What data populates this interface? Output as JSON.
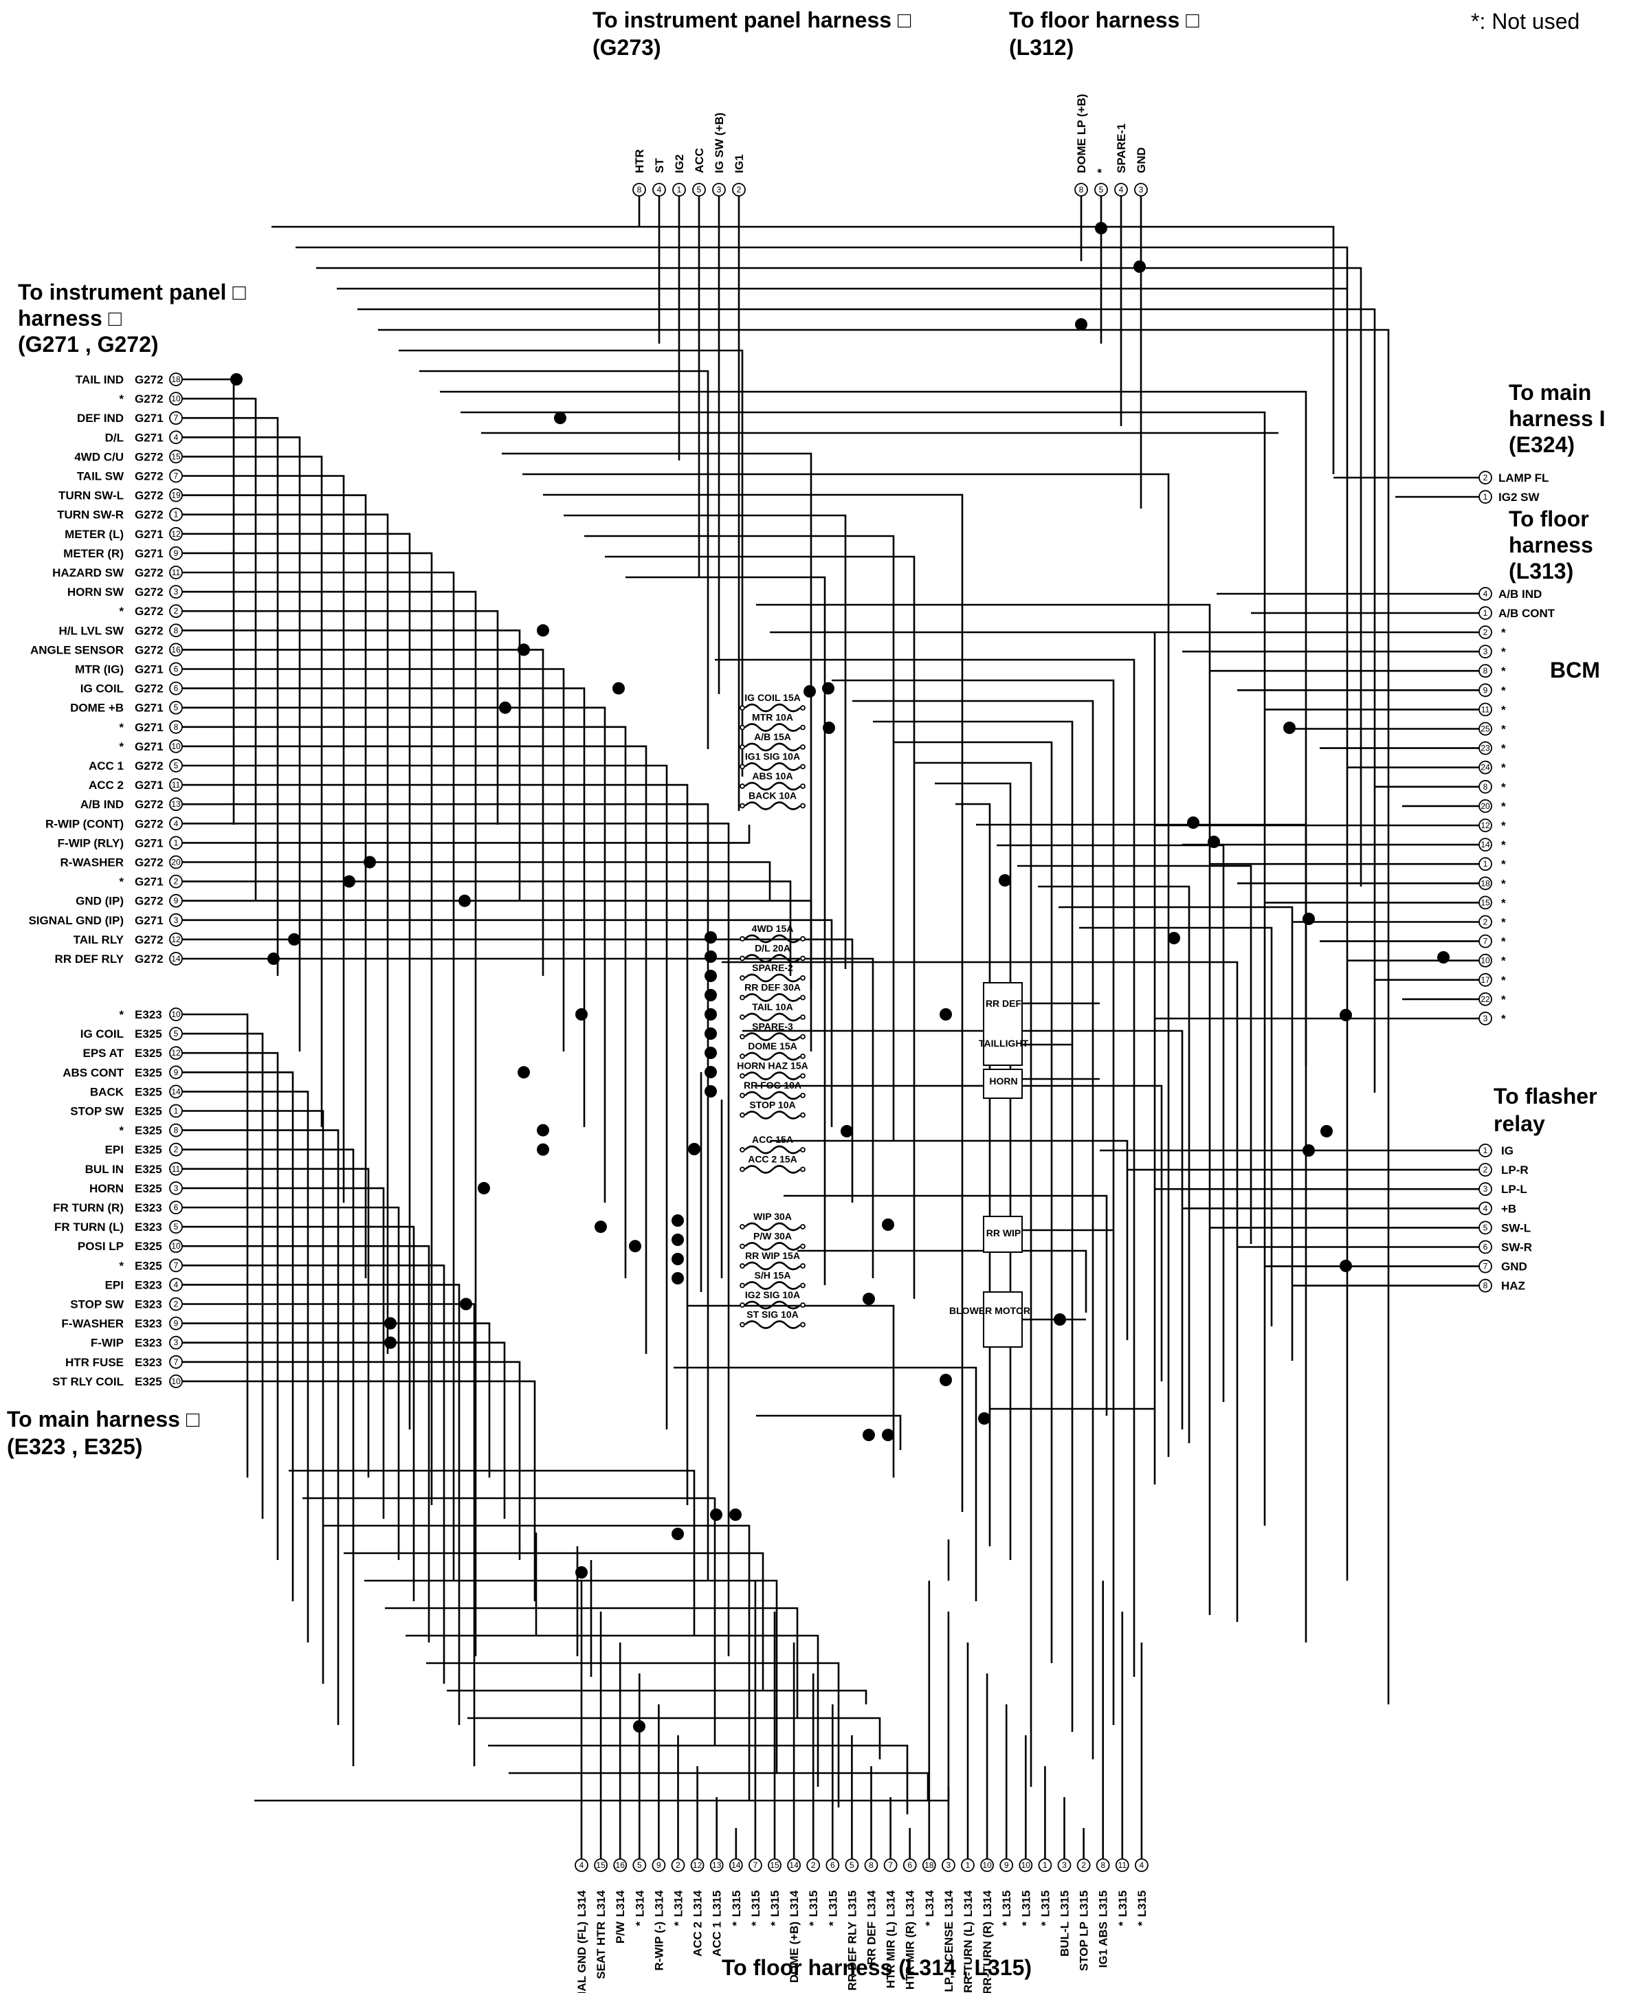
{
  "headers": {
    "ip_top": "To instrument panel harness □",
    "ip_top_conn": "(G273)",
    "floor_top": "To floor harness □",
    "floor_top_conn": "(L312)",
    "not_used": "*: Not used",
    "ip_left_1": "To instrument panel □",
    "ip_left_2": "harness □",
    "ip_left_conn": "(G271 , G272)",
    "main_right_1": "To main",
    "main_right_2": "harness I",
    "main_right_conn": "(E324)",
    "floor_right_1": "To floor",
    "floor_right_2": "harness",
    "floor_right_conn": "(L313)",
    "bcm": "BCM",
    "flasher_1": "To flasher",
    "flasher_2": "relay",
    "main_left_1": "To main harness □",
    "main_left_conn": "(E323 , E325)",
    "floor_bottom": "To floor harness (L314 , L315)"
  },
  "top_g273": [
    {
      "name": "HTR",
      "pin": "8"
    },
    {
      "name": "ST",
      "pin": "4"
    },
    {
      "name": "IG2",
      "pin": "1"
    },
    {
      "name": "ACC",
      "pin": "5"
    },
    {
      "name": "IG SW (+B)",
      "pin": "3"
    },
    {
      "name": "IG1",
      "pin": "2"
    }
  ],
  "top_l312": [
    {
      "name": "DOME LP (+B)",
      "pin": "8"
    },
    {
      "name": "*",
      "pin": "5"
    },
    {
      "name": "SPARE-1",
      "pin": "4"
    },
    {
      "name": "GND",
      "pin": "3"
    }
  ],
  "left_ip": [
    {
      "name": "TAIL IND",
      "conn": "G272",
      "pin": "18"
    },
    {
      "name": "*",
      "conn": "G272",
      "pin": "10"
    },
    {
      "name": "DEF IND",
      "conn": "G271",
      "pin": "7"
    },
    {
      "name": "D/L",
      "conn": "G271",
      "pin": "4"
    },
    {
      "name": "4WD C/U",
      "conn": "G272",
      "pin": "15"
    },
    {
      "name": "TAIL SW",
      "conn": "G272",
      "pin": "7"
    },
    {
      "name": "TURN SW-L",
      "conn": "G272",
      "pin": "19"
    },
    {
      "name": "TURN SW-R",
      "conn": "G272",
      "pin": "1"
    },
    {
      "name": "METER (L)",
      "conn": "G271",
      "pin": "12"
    },
    {
      "name": "METER (R)",
      "conn": "G271",
      "pin": "9"
    },
    {
      "name": "HAZARD SW",
      "conn": "G272",
      "pin": "11"
    },
    {
      "name": "HORN SW",
      "conn": "G272",
      "pin": "3"
    },
    {
      "name": "*",
      "conn": "G272",
      "pin": "2"
    },
    {
      "name": "H/L LVL SW",
      "conn": "G272",
      "pin": "8"
    },
    {
      "name": "ANGLE SENSOR",
      "conn": "G272",
      "pin": "16"
    },
    {
      "name": "MTR (IG)",
      "conn": "G271",
      "pin": "6"
    },
    {
      "name": "IG COIL",
      "conn": "G272",
      "pin": "6"
    },
    {
      "name": "DOME +B",
      "conn": "G271",
      "pin": "5"
    },
    {
      "name": "*",
      "conn": "G271",
      "pin": "8"
    },
    {
      "name": "*",
      "conn": "G271",
      "pin": "10"
    },
    {
      "name": "ACC 1",
      "conn": "G272",
      "pin": "5"
    },
    {
      "name": "ACC 2",
      "conn": "G271",
      "pin": "11"
    },
    {
      "name": "A/B IND",
      "conn": "G272",
      "pin": "13"
    },
    {
      "name": "R-WIP (CONT)",
      "conn": "G272",
      "pin": "4"
    },
    {
      "name": "F-WIP (RLY)",
      "conn": "G271",
      "pin": "1"
    },
    {
      "name": "R-WASHER",
      "conn": "G272",
      "pin": "20"
    },
    {
      "name": "*",
      "conn": "G271",
      "pin": "2"
    },
    {
      "name": "GND (IP)",
      "conn": "G272",
      "pin": "9"
    },
    {
      "name": "SIGNAL GND (IP)",
      "conn": "G271",
      "pin": "3"
    },
    {
      "name": "TAIL RLY",
      "conn": "G272",
      "pin": "12"
    },
    {
      "name": "RR DEF RLY",
      "conn": "G272",
      "pin": "14"
    }
  ],
  "left_main": [
    {
      "name": "*",
      "conn": "E323",
      "pin": "10"
    },
    {
      "name": "IG COIL",
      "conn": "E325",
      "pin": "5"
    },
    {
      "name": "EPS AT",
      "conn": "E325",
      "pin": "12"
    },
    {
      "name": "ABS CONT",
      "conn": "E325",
      "pin": "9"
    },
    {
      "name": "BACK",
      "conn": "E325",
      "pin": "14"
    },
    {
      "name": "STOP SW",
      "conn": "E325",
      "pin": "1"
    },
    {
      "name": "*",
      "conn": "E325",
      "pin": "8"
    },
    {
      "name": "EPI",
      "conn": "E325",
      "pin": "2"
    },
    {
      "name": "BUL IN",
      "conn": "E325",
      "pin": "11"
    },
    {
      "name": "HORN",
      "conn": "E325",
      "pin": "3"
    },
    {
      "name": "FR TURN (R)",
      "conn": "E323",
      "pin": "6"
    },
    {
      "name": "FR TURN (L)",
      "conn": "E323",
      "pin": "5"
    },
    {
      "name": "POSI LP",
      "conn": "E325",
      "pin": "10"
    },
    {
      "name": "*",
      "conn": "E325",
      "pin": "7"
    },
    {
      "name": "EPI",
      "conn": "E323",
      "pin": "4"
    },
    {
      "name": "STOP SW",
      "conn": "E323",
      "pin": "2"
    },
    {
      "name": "F-WASHER",
      "conn": "E323",
      "pin": "9"
    },
    {
      "name": "F-WIP",
      "conn": "E323",
      "pin": "3"
    },
    {
      "name": "HTR FUSE",
      "conn": "E323",
      "pin": "7"
    },
    {
      "name": "ST RLY COIL",
      "conn": "E325",
      "pin": "10"
    }
  ],
  "right_e324": [
    {
      "name": "LAMP FL",
      "pin": "2"
    },
    {
      "name": "IG2 SW",
      "pin": "1"
    }
  ],
  "right_l313": [
    {
      "name": "A/B IND",
      "pin": "4"
    },
    {
      "name": "A/B CONT",
      "pin": "1"
    }
  ],
  "right_bcm": [
    {
      "name": "*",
      "pin": "2"
    },
    {
      "name": "*",
      "pin": "3"
    },
    {
      "name": "*",
      "pin": "8"
    },
    {
      "name": "*",
      "pin": "9"
    },
    {
      "name": "*",
      "pin": "11"
    },
    {
      "name": "*",
      "pin": "25"
    },
    {
      "name": "*",
      "pin": "23"
    },
    {
      "name": "*",
      "pin": "24"
    },
    {
      "name": "*",
      "pin": "8"
    },
    {
      "name": "*",
      "pin": "20"
    },
    {
      "name": "*",
      "pin": "12"
    },
    {
      "name": "*",
      "pin": "14"
    },
    {
      "name": "*",
      "pin": "1"
    },
    {
      "name": "*",
      "pin": "18"
    },
    {
      "name": "*",
      "pin": "15"
    },
    {
      "name": "*",
      "pin": "2"
    },
    {
      "name": "*",
      "pin": "7"
    },
    {
      "name": "*",
      "pin": "10"
    },
    {
      "name": "*",
      "pin": "17"
    },
    {
      "name": "*",
      "pin": "22"
    },
    {
      "name": "*",
      "pin": "3"
    }
  ],
  "right_flasher": [
    {
      "name": "IG",
      "pin": "1"
    },
    {
      "name": "LP-R",
      "pin": "2"
    },
    {
      "name": "LP-L",
      "pin": "3"
    },
    {
      "name": "+B",
      "pin": "4"
    },
    {
      "name": "SW-L",
      "pin": "5"
    },
    {
      "name": "SW-R",
      "pin": "6"
    },
    {
      "name": "GND",
      "pin": "7"
    },
    {
      "name": "HAZ",
      "pin": "8"
    }
  ],
  "bottom": [
    {
      "name": "SIGNAL GND (FL)",
      "conn": "L314",
      "pin": "4"
    },
    {
      "name": "SEAT HTR",
      "conn": "L314",
      "pin": "15"
    },
    {
      "name": "P/W",
      "conn": "L314",
      "pin": "16"
    },
    {
      "name": "*",
      "conn": "L314",
      "pin": "5"
    },
    {
      "name": "R-WIP (-)",
      "conn": "L314",
      "pin": "9"
    },
    {
      "name": "*",
      "conn": "L314",
      "pin": "2"
    },
    {
      "name": "ACC 2",
      "conn": "L314",
      "pin": "12"
    },
    {
      "name": "ACC 1",
      "conn": "L315",
      "pin": "13"
    },
    {
      "name": "*",
      "conn": "L315",
      "pin": "14"
    },
    {
      "name": "*",
      "conn": "L315",
      "pin": "7"
    },
    {
      "name": "*",
      "conn": "L315",
      "pin": "15"
    },
    {
      "name": "DOME (+B)",
      "conn": "L314",
      "pin": "14"
    },
    {
      "name": "*",
      "conn": "L315",
      "pin": "2"
    },
    {
      "name": "*",
      "conn": "L315",
      "pin": "6"
    },
    {
      "name": "RR DEF RLY",
      "conn": "L315",
      "pin": "5"
    },
    {
      "name": "RR DEF",
      "conn": "L314",
      "pin": "8"
    },
    {
      "name": "HTR MIR (L)",
      "conn": "L314",
      "pin": "7"
    },
    {
      "name": "HTR MIR (R)",
      "conn": "L314",
      "pin": "6"
    },
    {
      "name": "*",
      "conn": "L314",
      "pin": "18"
    },
    {
      "name": "TAIL LP, LICENSE",
      "conn": "L314",
      "pin": "3"
    },
    {
      "name": "RR-TURN (L)",
      "conn": "L314",
      "pin": "1"
    },
    {
      "name": "RR-TURN (R)",
      "conn": "L314",
      "pin": "10"
    },
    {
      "name": "*",
      "conn": "L315",
      "pin": "9"
    },
    {
      "name": "*",
      "conn": "L315",
      "pin": "10"
    },
    {
      "name": "*",
      "conn": "L315",
      "pin": "1"
    },
    {
      "name": "BUL-L",
      "conn": "L315",
      "pin": "3"
    },
    {
      "name": "STOP LP",
      "conn": "L315",
      "pin": "2"
    },
    {
      "name": "IG1 ABS",
      "conn": "L315",
      "pin": "8"
    },
    {
      "name": "*",
      "conn": "L315",
      "pin": "11"
    },
    {
      "name": "*",
      "conn": "L315",
      "pin": "4"
    }
  ],
  "fuses_a": [
    "IG COIL 15A",
    "MTR 10A",
    "A/B 15A",
    "IG1 SIG 10A",
    "ABS 10A",
    "BACK 10A"
  ],
  "fuses_b": [
    "4WD 15A",
    "D/L 20A",
    "SPARE-2",
    "RR DEF 30A",
    "TAIL 10A",
    "SPARE-3",
    "DOME 15A",
    "HORN HAZ 15A",
    "RR FOG 10A",
    "STOP 10A"
  ],
  "fuses_c": [
    "ACC 15A",
    "ACC 2 15A"
  ],
  "fuses_d": [
    "WIP 30A",
    "P/W 30A",
    "RR WIP 15A",
    "S/H 15A",
    "IG2 SIG 10A",
    "ST SIG 10A"
  ],
  "relays": [
    "RR DEF",
    "TAILLIGHT",
    "HORN",
    "RR WIP",
    "BLOWER MOTOR"
  ]
}
